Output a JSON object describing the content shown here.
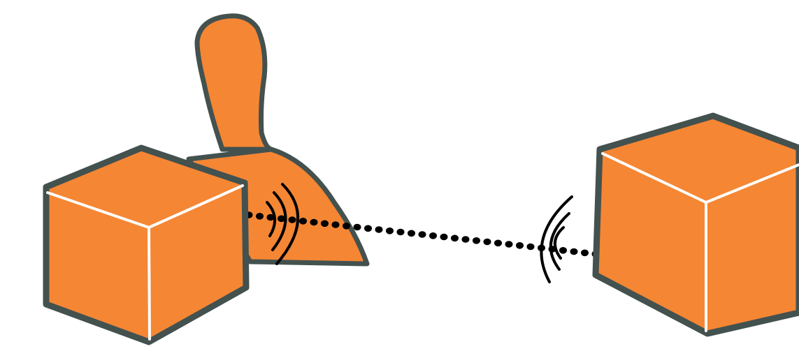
{
  "diagram": {
    "colors": {
      "fill": "#F58634",
      "outline": "#43514F",
      "edge_highlight": "#FFFFFF",
      "signal": "#000000",
      "link": "#000000",
      "background": "#FFFFFF"
    },
    "icons": {
      "person": "person-silhouette-icon",
      "cube": "cube-device-icon",
      "signal": "wireless-signal-icon",
      "link": "dotted-connection-line"
    },
    "nodes": [
      {
        "id": "left-cube",
        "kind": "cube-device-icon"
      },
      {
        "id": "person",
        "kind": "person-silhouette-icon"
      },
      {
        "id": "right-cube",
        "kind": "cube-device-icon"
      }
    ],
    "edges": [
      {
        "from": "left-cube",
        "to": "right-cube",
        "style": "dotted"
      }
    ]
  }
}
